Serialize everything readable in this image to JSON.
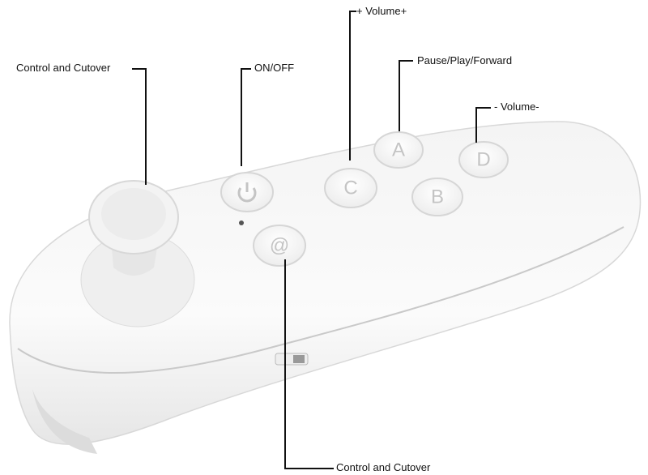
{
  "labels": {
    "joystick": "Control and Cutover",
    "power": "ON/OFF",
    "volume_up": "+ Volume+",
    "pause_play": "Pause/Play/Forward",
    "volume_down": "- Volume-",
    "at_button": "Control and Cutover"
  },
  "buttons": {
    "a": "A",
    "b": "B",
    "c": "C",
    "d": "D",
    "at": "@"
  }
}
